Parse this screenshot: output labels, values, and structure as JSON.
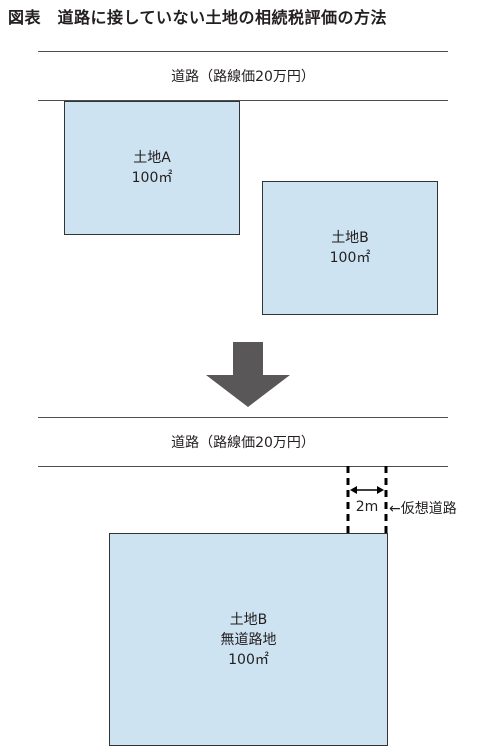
{
  "title": "図表　道路に接していない土地の相続税評価の方法",
  "before": {
    "road_label": "道路（路線価20万円）",
    "lot_a": {
      "name": "土地A",
      "area": "100㎡"
    },
    "lot_b": {
      "name": "土地B",
      "area": "100㎡"
    }
  },
  "after": {
    "road_label": "道路（路線価20万円）",
    "lot_b": {
      "name": "土地B",
      "status": "無道路地",
      "area": "100㎡"
    },
    "virtual_road_width": "2m",
    "virtual_road_label": "←仮想道路"
  },
  "colors": {
    "lot_fill": "#cde3f1",
    "arrow": "#595757",
    "line": "#4d4d4d"
  }
}
